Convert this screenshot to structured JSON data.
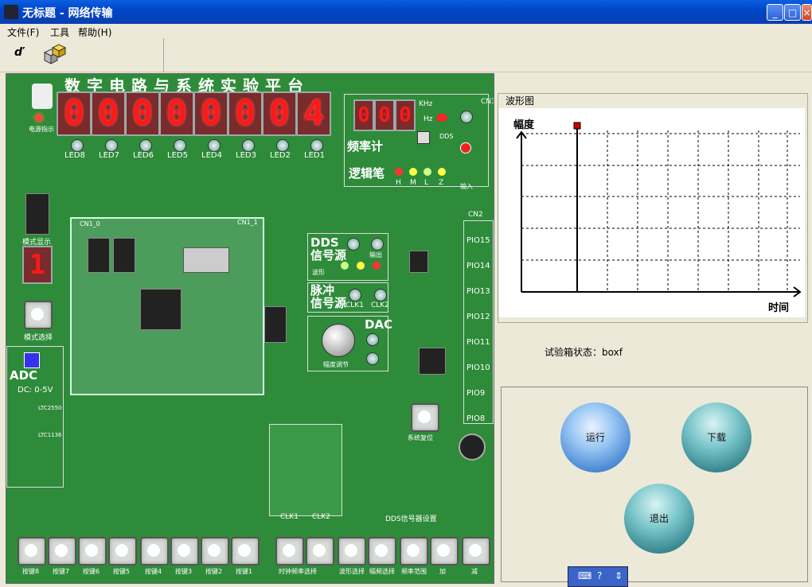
{
  "window": {
    "title": "无标题 - 网络传输",
    "minimize": "_",
    "maximize": "□",
    "close": "×"
  },
  "menu": {
    "file": "文件(F)",
    "tools": "工具",
    "help": "帮助(H)"
  },
  "board": {
    "title": "数字电路与系统实验平台",
    "power_label": "电源指示",
    "digits": [
      "0",
      "0",
      "0",
      "0",
      "0",
      "0",
      "0",
      "4"
    ],
    "led_labels": [
      "LED8",
      "LED7",
      "LED6",
      "LED5",
      "LED4",
      "LED3",
      "LED2",
      "LED1"
    ],
    "freq_digits": [
      "0",
      "0",
      "0"
    ],
    "freq_label": "频率计",
    "khz": "KHz",
    "hz": "Hz",
    "dds_small": "DDS",
    "logic_pen": "逻辑笔",
    "logic_levels": [
      "H",
      "M",
      "L",
      "Z"
    ],
    "input_label": "输入",
    "mode_display": "模式显示",
    "mode_digit": "1",
    "mode_select": "模式选择",
    "cn1_0": "CN1_0",
    "cn1_1": "CN1_1",
    "cn2": "CN2",
    "cn3": "CN3",
    "pio_labels": [
      "PIO15",
      "PIO14",
      "PIO13",
      "PIO12",
      "PIO11",
      "PIO10",
      "PIO9",
      "PIO8"
    ],
    "dds_source": "DDS\n信号源",
    "dds_out": "输出",
    "waveform": "波形",
    "pulse_source": "脉冲\n信号源",
    "clk1": "CLK1",
    "clk2": "CLK2",
    "dac": "DAC",
    "amp_adjust": "幅度调节",
    "adc": "ADC",
    "adc_range": "DC: 0-5V",
    "ltc2": "LTC2550",
    "ltc1": "LTC1136",
    "reset": "系统复位",
    "dds_settings": "DDS信号器设置",
    "buttons": [
      "按键8",
      "按键7",
      "按键6",
      "按键5",
      "按键4",
      "按键3",
      "按键2",
      "按键1"
    ],
    "right_buttons": [
      "时钟频率选择",
      "",
      "波形选择",
      "幅频选择",
      "频率范围",
      "加",
      "减"
    ]
  },
  "waveform": {
    "group_title": "波形图",
    "y_label": "幅度",
    "x_label": "时间"
  },
  "status": {
    "text": "试验箱状态：boxf"
  },
  "actions": {
    "run": "运行",
    "download": "下载",
    "exit": "退出"
  }
}
